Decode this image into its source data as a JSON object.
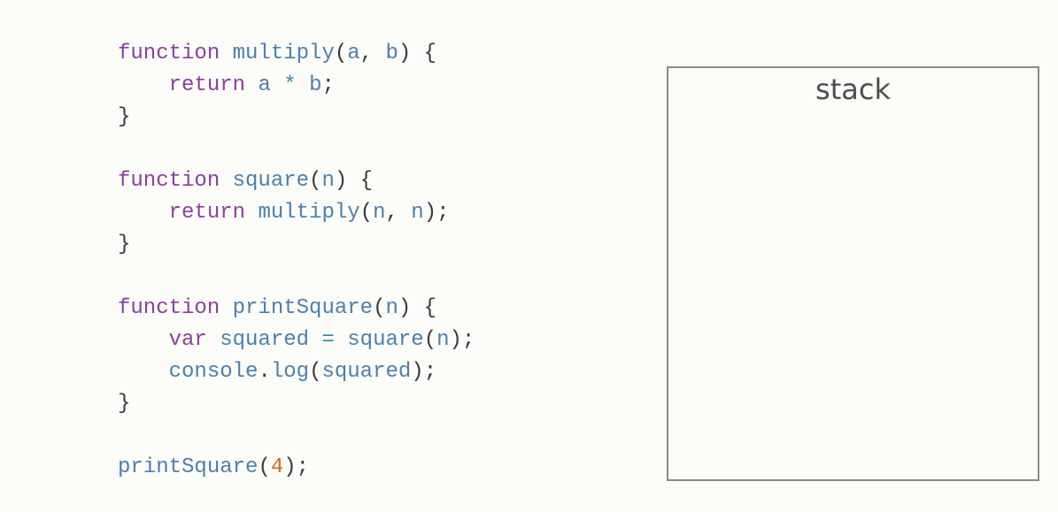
{
  "code": {
    "lines": [
      [
        {
          "t": "function",
          "c": "kw"
        },
        {
          "t": " ",
          "c": "pn"
        },
        {
          "t": "multiply",
          "c": "id"
        },
        {
          "t": "(",
          "c": "pn"
        },
        {
          "t": "a",
          "c": "id"
        },
        {
          "t": ", ",
          "c": "pn"
        },
        {
          "t": "b",
          "c": "id"
        },
        {
          "t": ") {",
          "c": "pn"
        }
      ],
      [
        {
          "t": "    ",
          "c": "pn"
        },
        {
          "t": "return",
          "c": "kw"
        },
        {
          "t": " ",
          "c": "pn"
        },
        {
          "t": "a",
          "c": "id"
        },
        {
          "t": " ",
          "c": "pn"
        },
        {
          "t": "*",
          "c": "op"
        },
        {
          "t": " ",
          "c": "pn"
        },
        {
          "t": "b",
          "c": "id"
        },
        {
          "t": ";",
          "c": "pn"
        }
      ],
      [
        {
          "t": "}",
          "c": "pn"
        }
      ],
      [],
      [
        {
          "t": "function",
          "c": "kw"
        },
        {
          "t": " ",
          "c": "pn"
        },
        {
          "t": "square",
          "c": "id"
        },
        {
          "t": "(",
          "c": "pn"
        },
        {
          "t": "n",
          "c": "id"
        },
        {
          "t": ") {",
          "c": "pn"
        }
      ],
      [
        {
          "t": "    ",
          "c": "pn"
        },
        {
          "t": "return",
          "c": "kw"
        },
        {
          "t": " ",
          "c": "pn"
        },
        {
          "t": "multiply",
          "c": "id"
        },
        {
          "t": "(",
          "c": "pn"
        },
        {
          "t": "n",
          "c": "id"
        },
        {
          "t": ", ",
          "c": "pn"
        },
        {
          "t": "n",
          "c": "id"
        },
        {
          "t": ");",
          "c": "pn"
        }
      ],
      [
        {
          "t": "}",
          "c": "pn"
        }
      ],
      [],
      [
        {
          "t": "function",
          "c": "kw"
        },
        {
          "t": " ",
          "c": "pn"
        },
        {
          "t": "printSquare",
          "c": "id"
        },
        {
          "t": "(",
          "c": "pn"
        },
        {
          "t": "n",
          "c": "id"
        },
        {
          "t": ") {",
          "c": "pn"
        }
      ],
      [
        {
          "t": "    ",
          "c": "pn"
        },
        {
          "t": "var",
          "c": "kw"
        },
        {
          "t": " ",
          "c": "pn"
        },
        {
          "t": "squared",
          "c": "id"
        },
        {
          "t": " ",
          "c": "pn"
        },
        {
          "t": "=",
          "c": "op"
        },
        {
          "t": " ",
          "c": "pn"
        },
        {
          "t": "square",
          "c": "id"
        },
        {
          "t": "(",
          "c": "pn"
        },
        {
          "t": "n",
          "c": "id"
        },
        {
          "t": ");",
          "c": "pn"
        }
      ],
      [
        {
          "t": "    ",
          "c": "pn"
        },
        {
          "t": "console",
          "c": "id"
        },
        {
          "t": ".",
          "c": "pn"
        },
        {
          "t": "log",
          "c": "id"
        },
        {
          "t": "(",
          "c": "pn"
        },
        {
          "t": "squared",
          "c": "id"
        },
        {
          "t": ");",
          "c": "pn"
        }
      ],
      [
        {
          "t": "}",
          "c": "pn"
        }
      ],
      [],
      [
        {
          "t": "printSquare",
          "c": "id"
        },
        {
          "t": "(",
          "c": "pn"
        },
        {
          "t": "4",
          "c": "nm"
        },
        {
          "t": ");",
          "c": "pn"
        }
      ]
    ]
  },
  "stack": {
    "title": "stack"
  },
  "colors": {
    "background": "#fcfdf8",
    "keyword": "#8c3fa0",
    "identifier": "#4d7fae",
    "punctuation": "#3a3a3a",
    "operator": "#3a8fa0",
    "number": "#d2691e",
    "panel_border": "#8a8a8a"
  }
}
